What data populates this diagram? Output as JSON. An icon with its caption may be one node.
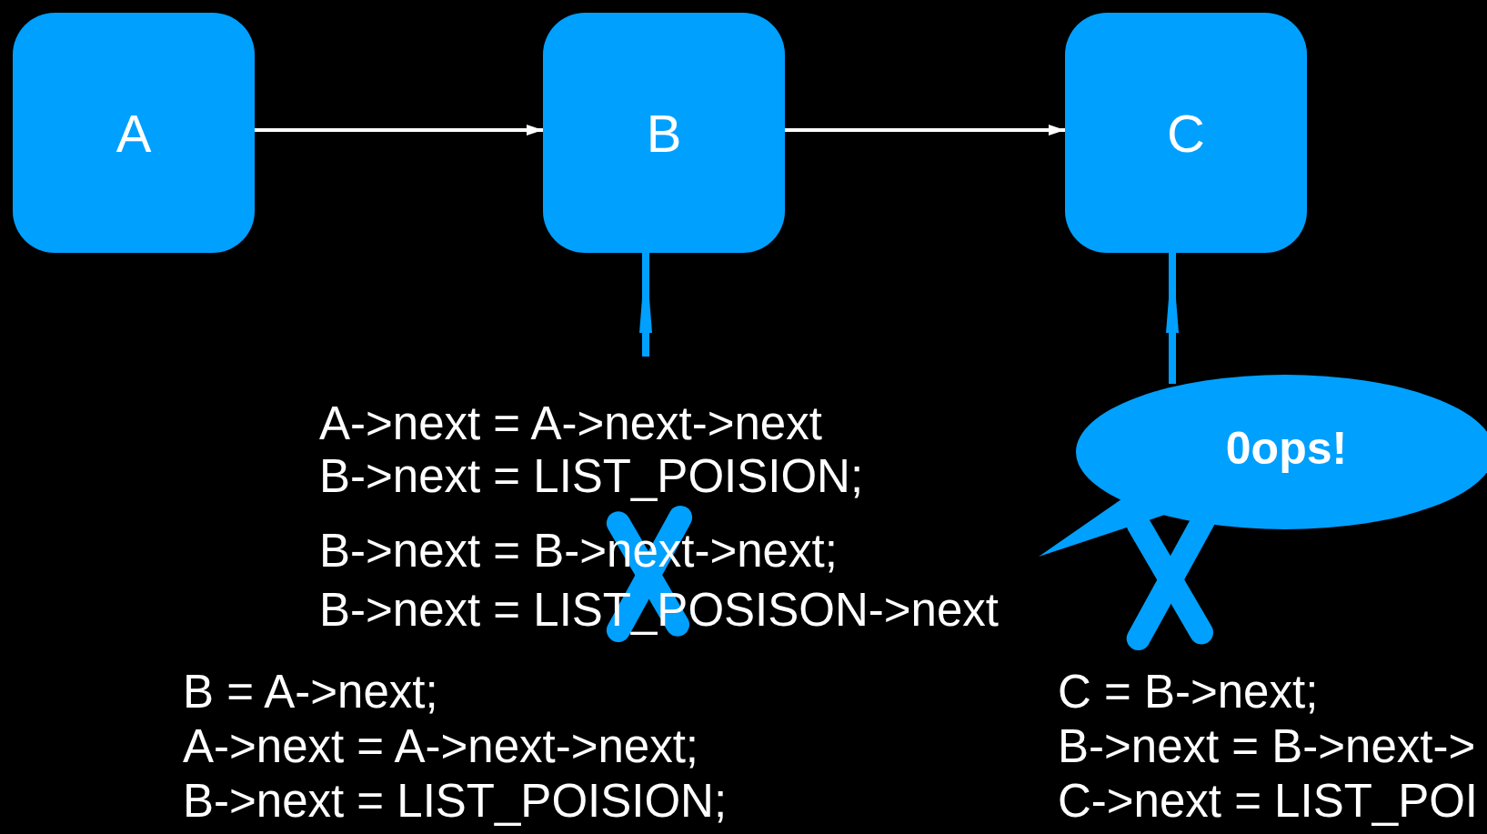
{
  "diagram": {
    "nodes": [
      {
        "text": [
          "A"
        ]
      },
      {
        "text": [
          "B"
        ]
      },
      {
        "text": [
          "C"
        ]
      },
      {
        "text": [
          "0ops!"
        ]
      }
    ],
    "edges": [
      {
        "from": 0,
        "to": 1,
        "arrow": "to"
      },
      {
        "from": 1,
        "to": 2,
        "arrow": "to"
      },
      {
        "from": null,
        "to": 1,
        "arrow": "to",
        "color": "#00a0ff",
        "style": "thick"
      },
      {
        "from": 3,
        "to": 2,
        "arrow": "to",
        "color": "#00a0ff",
        "style": "thick"
      }
    ],
    "labels": [
      "A->next = A->next->next",
      "B->next = LIST_POISION;",
      "B->next = B->next->next;",
      "B->next = LIST_POSISON->next",
      "B = A->next;",
      "A->next = A->next->next;",
      "B->next = LIST_POISION;",
      "C = B->next;",
      "B->next = B->next->",
      "C->next = LIST_POI"
    ]
  }
}
